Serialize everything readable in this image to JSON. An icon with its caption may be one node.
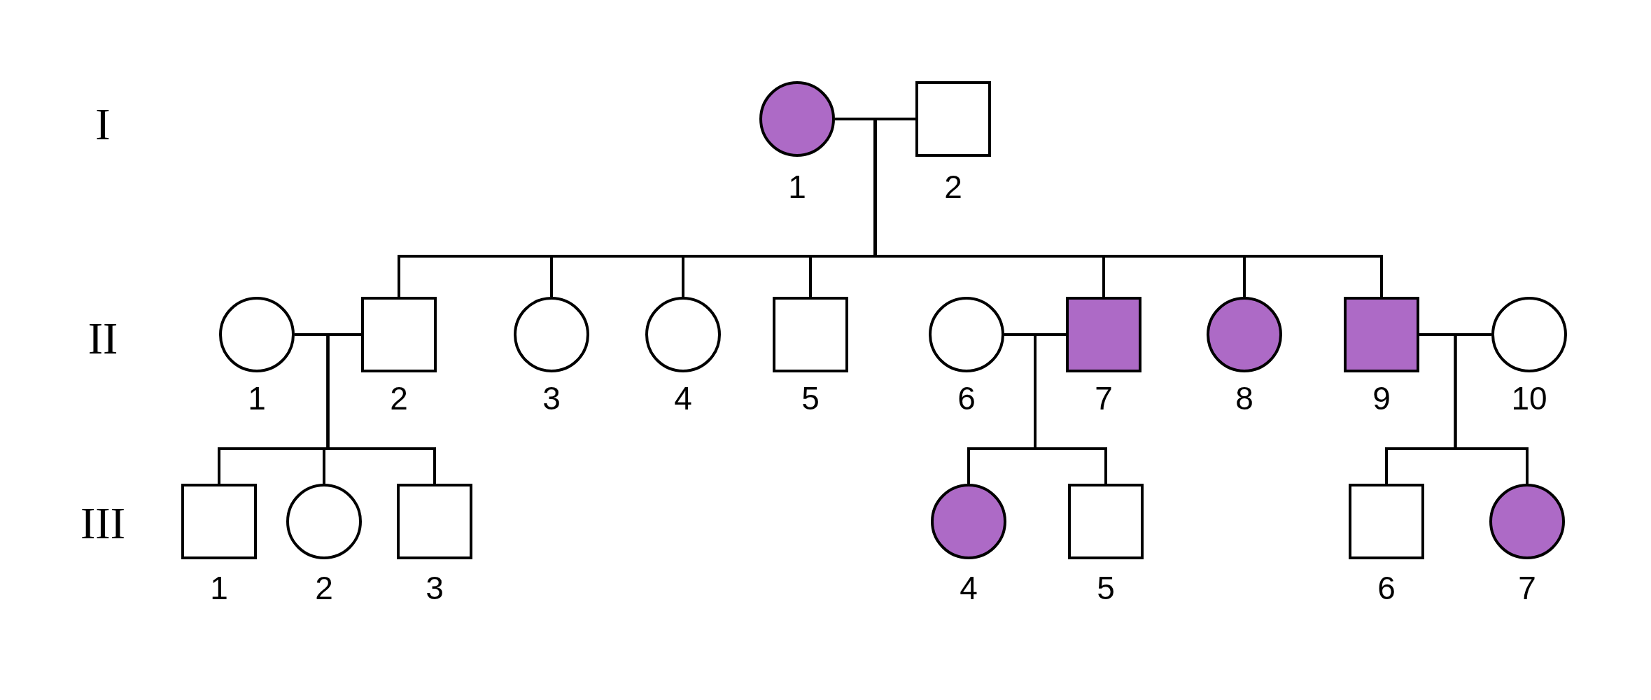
{
  "diagram": {
    "nodes": [
      {
        "text": [],
        "shape": "circle",
        "beside": [
          "1"
        ]
      },
      {
        "text": [],
        "shape": "box",
        "beside": [
          "2"
        ]
      },
      {
        "text": [],
        "shape": "circle",
        "beside": [
          "1"
        ]
      },
      {
        "text": [],
        "shape": "box",
        "beside": [
          "2"
        ]
      },
      {
        "text": [],
        "shape": "circle",
        "beside": [
          "3"
        ]
      },
      {
        "text": [],
        "shape": "circle",
        "beside": [
          "4"
        ]
      },
      {
        "text": [],
        "shape": "box",
        "beside": [
          "5"
        ]
      },
      {
        "text": [],
        "shape": "circle",
        "beside": [
          "6"
        ]
      },
      {
        "text": [],
        "shape": "box",
        "beside": [
          "7"
        ]
      },
      {
        "text": [],
        "shape": "circle",
        "beside": [
          "8"
        ]
      },
      {
        "text": [],
        "shape": "box",
        "beside": [
          "9"
        ]
      },
      {
        "text": [],
        "shape": "circle",
        "beside": [
          "10"
        ]
      },
      {
        "text": [],
        "shape": "box",
        "beside": [
          "1"
        ]
      },
      {
        "text": [],
        "shape": "circle",
        "beside": [
          "2"
        ]
      },
      {
        "text": [],
        "shape": "box",
        "beside": [
          "3"
        ]
      },
      {
        "text": [],
        "shape": "circle",
        "beside": [
          "4"
        ]
      },
      {
        "text": [],
        "shape": "box",
        "beside": [
          "5"
        ]
      },
      {
        "text": [],
        "shape": "box",
        "beside": [
          "6"
        ]
      },
      {
        "text": [],
        "shape": "circle",
        "beside": [
          "7"
        ]
      }
    ],
    "edges": [
      {
        "from": 0,
        "to": 1,
        "arrow": "none"
      },
      {
        "from": 0,
        "to": 3,
        "arrow": "none"
      },
      {
        "from": 1,
        "to": 3,
        "arrow": "none"
      },
      {
        "from": 0,
        "to": 4,
        "arrow": "none"
      },
      {
        "from": 1,
        "to": 4,
        "arrow": "none"
      },
      {
        "from": 0,
        "to": 5,
        "arrow": "none"
      },
      {
        "from": 1,
        "to": 5,
        "arrow": "none"
      },
      {
        "from": 0,
        "to": 6,
        "arrow": "none"
      },
      {
        "from": 1,
        "to": 6,
        "arrow": "none"
      },
      {
        "from": 0,
        "to": 8,
        "arrow": "none"
      },
      {
        "from": 1,
        "to": 8,
        "arrow": "none"
      },
      {
        "from": 0,
        "to": 9,
        "arrow": "none"
      },
      {
        "from": 1,
        "to": 9,
        "arrow": "none"
      },
      {
        "from": 0,
        "to": 10,
        "arrow": "none"
      },
      {
        "from": 1,
        "to": 10,
        "arrow": "none"
      },
      {
        "from": 2,
        "to": 3,
        "arrow": "none"
      },
      {
        "from": 7,
        "to": 8,
        "arrow": "none"
      },
      {
        "from": 10,
        "to": 11,
        "arrow": "none"
      },
      {
        "from": 2,
        "to": 12,
        "arrow": "none"
      },
      {
        "from": 3,
        "to": 12,
        "arrow": "none"
      },
      {
        "from": 2,
        "to": 13,
        "arrow": "none"
      },
      {
        "from": 3,
        "to": 13,
        "arrow": "none"
      },
      {
        "from": 2,
        "to": 14,
        "arrow": "none"
      },
      {
        "from": 3,
        "to": 14,
        "arrow": "none"
      },
      {
        "from": 7,
        "to": 15,
        "arrow": "none"
      },
      {
        "from": 8,
        "to": 15,
        "arrow": "none"
      },
      {
        "from": 7,
        "to": 16,
        "arrow": "none"
      },
      {
        "from": 8,
        "to": 16,
        "arrow": "none"
      },
      {
        "from": 10,
        "to": 17,
        "arrow": "none"
      },
      {
        "from": 11,
        "to": 17,
        "arrow": "none"
      },
      {
        "from": 10,
        "to": 18,
        "arrow": "none"
      },
      {
        "from": 11,
        "to": 18,
        "arrow": "none"
      }
    ],
    "labels": [
      "I",
      "II",
      "III"
    ]
  }
}
